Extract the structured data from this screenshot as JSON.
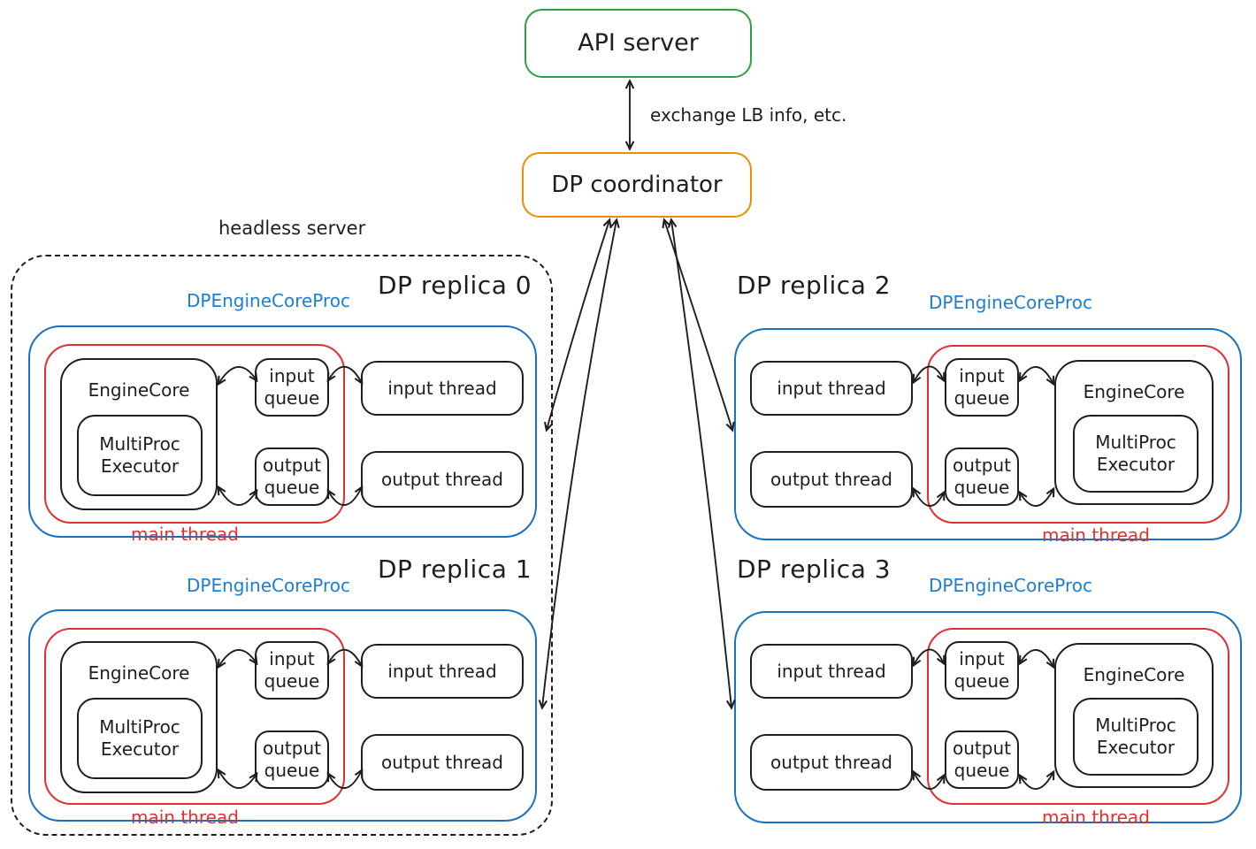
{
  "colors": {
    "green": "#2f9e44",
    "orange": "#f08c00",
    "blue": "#1971c2",
    "label_blue": "#1c7ed6",
    "red": "#e03131",
    "ink": "#1e1e1e"
  },
  "api_server": {
    "label": "API server"
  },
  "coordinator": {
    "label": "DP coordinator"
  },
  "exchange_arrow_label": "exchange LB info, etc.",
  "headless_server": {
    "label": "headless server"
  },
  "replicas": [
    {
      "title": "DP replica 0",
      "proc_label": "DPEngineCoreProc",
      "main_thread_label": "main thread",
      "engine_core_label": "EngineCore",
      "executor_label": "MultiProc Executor",
      "input_queue_label": "input queue",
      "output_queue_label": "output queue",
      "input_thread_label": "input thread",
      "output_thread_label": "output thread"
    },
    {
      "title": "DP replica 1",
      "proc_label": "DPEngineCoreProc",
      "main_thread_label": "main thread",
      "engine_core_label": "EngineCore",
      "executor_label": "MultiProc Executor",
      "input_queue_label": "input queue",
      "output_queue_label": "output queue",
      "input_thread_label": "input thread",
      "output_thread_label": "output thread"
    },
    {
      "title": "DP replica 2",
      "proc_label": "DPEngineCoreProc",
      "main_thread_label": "main thread",
      "engine_core_label": "EngineCore",
      "executor_label": "MultiProc Executor",
      "input_queue_label": "input queue",
      "output_queue_label": "output queue",
      "input_thread_label": "input thread",
      "output_thread_label": "output thread"
    },
    {
      "title": "DP replica 3",
      "proc_label": "DPEngineCoreProc",
      "main_thread_label": "main thread",
      "engine_core_label": "EngineCore",
      "executor_label": "MultiProc Executor",
      "input_queue_label": "input queue",
      "output_queue_label": "output queue",
      "input_thread_label": "input thread",
      "output_thread_label": "output thread"
    }
  ]
}
